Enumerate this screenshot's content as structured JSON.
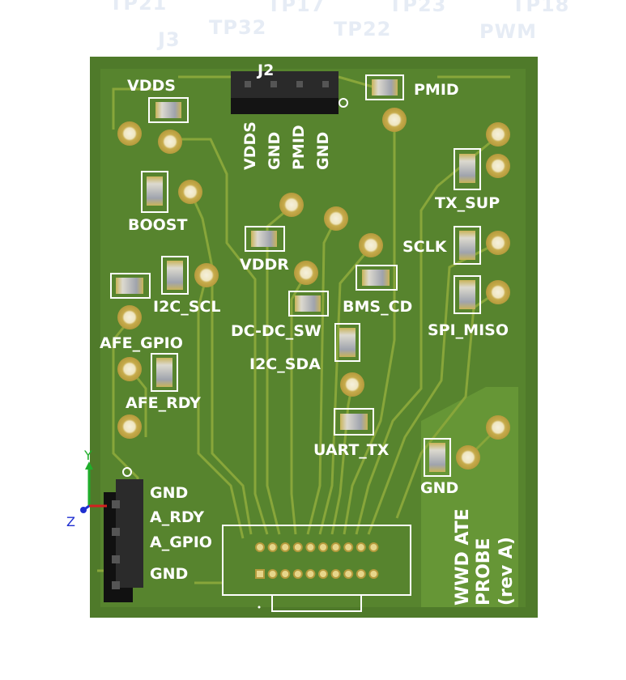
{
  "ghost_labels": [
    "TP21",
    "J3",
    "TP32",
    "TP17",
    "TP22",
    "TP23",
    "TP18",
    "PWM"
  ],
  "connectors": {
    "top_header_label": "J2",
    "top_header_pins": [
      "VDDS",
      "GND",
      "PMID",
      "GND"
    ],
    "left_header_pins": [
      "GND",
      "A_RDY",
      "A_GPIO",
      "GND"
    ]
  },
  "test_points": {
    "vdds": "VDDS",
    "pmid": "PMID",
    "boost": "BOOST",
    "tx_sup": "TX_SUP",
    "sclk": "SCLK",
    "vddr": "VDDR",
    "bms_cd": "BMS_CD",
    "i2c_scl": "I2C_SCL",
    "spi_miso": "SPI_MISO",
    "afe_gpio": "AFE_GPIO",
    "dc_dc_sw": "DC-DC_SW",
    "i2c_sda": "I2C_SDA",
    "afe_rdy": "AFE_RDY",
    "uart_tx": "UART_TX",
    "gnd": "GND"
  },
  "board_title": {
    "line1": "WWD ATE",
    "line2": "PROBE",
    "line3": "(rev A)"
  },
  "axes": {
    "y": "Y",
    "z": "Z"
  },
  "colors": {
    "board": "#4f7a2a",
    "board_inner": "#5b8a30",
    "trace": "#88a63a",
    "silkscreen": "#ffffff",
    "pad_gold": "#c9b45a",
    "header_black": "#1c1c1c",
    "axis_y": "#1fae2b",
    "axis_x": "#d42020",
    "axis_z": "#1f2fd0"
  }
}
